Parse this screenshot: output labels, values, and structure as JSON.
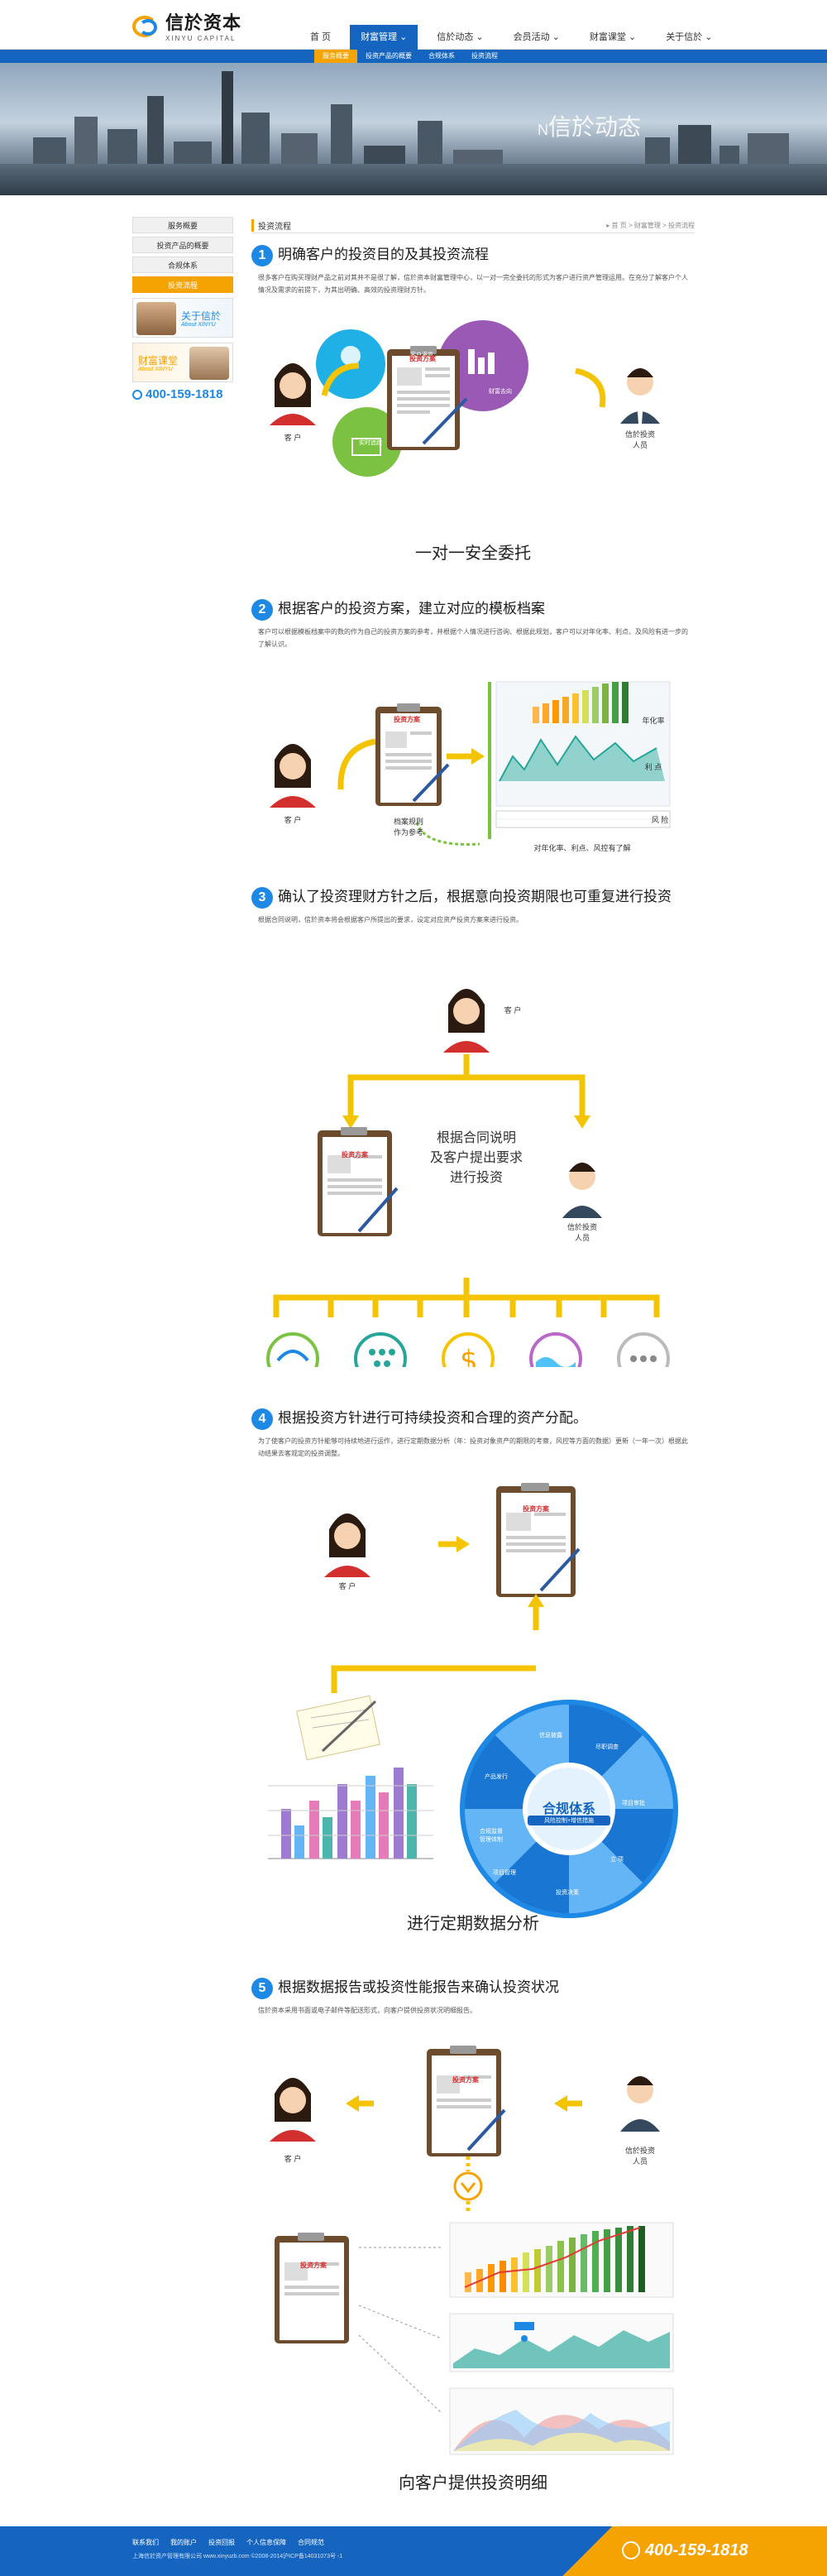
{
  "header": {
    "logo_cn": "信於资本",
    "logo_en": "XINYU CAPITAL",
    "nav": [
      {
        "label": "首 页"
      },
      {
        "label": "财富管理 ⌄"
      },
      {
        "label": "信於动态 ⌄"
      },
      {
        "label": "会员活动 ⌄"
      },
      {
        "label": "财富课堂 ⌄"
      },
      {
        "label": "关于信於 ⌄"
      }
    ],
    "active_nav": 1,
    "subnav": [
      "服务概要",
      "投资产品的概要",
      "合规体系",
      "投资流程"
    ]
  },
  "banner": {
    "title": "信於动态",
    "title_prefix": "N"
  },
  "sidebar": {
    "items": [
      "服务概要",
      "投资产品的概要",
      "合规体系",
      "投资流程"
    ],
    "active": 3,
    "ad1_title": "关于信於",
    "ad1_sub": "About XINYU",
    "ad2_title": "财富课堂",
    "ad2_sub": "About XINYU",
    "tel": "400-159-1818"
  },
  "main": {
    "title": "投资流程",
    "breadcrumb": "▸ 首 页 > 财富管理 > 投资流程"
  },
  "steps": [
    {
      "num": "1",
      "title": "明确客户的投资目的及其投资流程",
      "desc": "很多客户在购买理财产品之前对其并不是很了解，信於资本财富管理中心，以一对一完全委托的形式为客户进行资产管理运用。在充分了解客户个人情况及需求的前提下，为其出明确、高效的投资理财方针。",
      "caption": "一对一安全委托",
      "labels": {
        "client": "客 户",
        "advisor": "信於投资\n人员",
        "plan": "投资方案",
        "c1": "客户满意",
        "c2": "财富去向",
        "c3": "实时追踪"
      }
    },
    {
      "num": "2",
      "title": "根据客户的投资方案，建立对应的模板档案",
      "desc": "客户可以根据模板档案中的数的作为自己的投资方案的参考，并根据个人情况进行咨询、根据此规划，客户可以对年化率、利点、及风险有进一步的了解认识。",
      "labels": {
        "client": "客 户",
        "plan": "投资方案",
        "archive": "档案规则\n作为参考",
        "yield": "年化率",
        "profit": "利 点",
        "risk": "风 险",
        "bottom": "对年化率、利点、风控有了解"
      }
    },
    {
      "num": "3",
      "title": "确认了投资理财方针之后，根据意向投资期限也可重复进行投资",
      "desc": "根据合同说明，信於资本将会根据客户所提出的要求，设定对应资产投资方案来进行投资。",
      "labels": {
        "client": "客 户",
        "plan": "投资方案",
        "advisor": "信於投资\n人员",
        "center": "根据合同说明\n及客户提出要求\n进行投资"
      }
    },
    {
      "num": "4",
      "title": "根据投资方针进行可持续投资和合理的资产分配。",
      "desc": "为了使客户的投资方针能够可持续地进行运作，进行定期数据分析（年：投资对象资产的期限的考察，风控等方面的数据）更新（一年一次）根据此动结果去客观定的投资调整。",
      "caption": "进行定期数据分析",
      "labels": {
        "client": "客 户",
        "plan": "投资方案",
        "wheel": "合规体系",
        "wheel_sub": "风险控制+增信措施",
        "w1": "信息披露",
        "w2": "尽职调查",
        "w3": "项目审批",
        "w4": "立 项",
        "w5": "投资决策",
        "w6": "项目管理",
        "w7": "合规监督\n管理体制",
        "w8": "产品发行"
      }
    },
    {
      "num": "5",
      "title": "根据数据报告或投资性能报告来确认投资状况",
      "desc": "信於资本采用书面或电子邮件等配送形式，向客户提供投资状况明细报告。",
      "caption": "向客户提供投资明细",
      "labels": {
        "client": "客 户",
        "plan": "投资方案",
        "advisor": "信於投资\n人员"
      }
    }
  ],
  "footer": {
    "links": [
      "联系我们",
      "我的账户",
      "投资回报",
      "个人信息保障",
      "合同规范"
    ],
    "copy": "上海信於资产管理有限公司 www.xinyuzb.com ©2008-2014沪ICP备14031073号 -1",
    "tel": "400-159-1818"
  },
  "colors": {
    "blue": "#1565c0",
    "accent": "#1e88e5",
    "orange": "#f5a300"
  }
}
